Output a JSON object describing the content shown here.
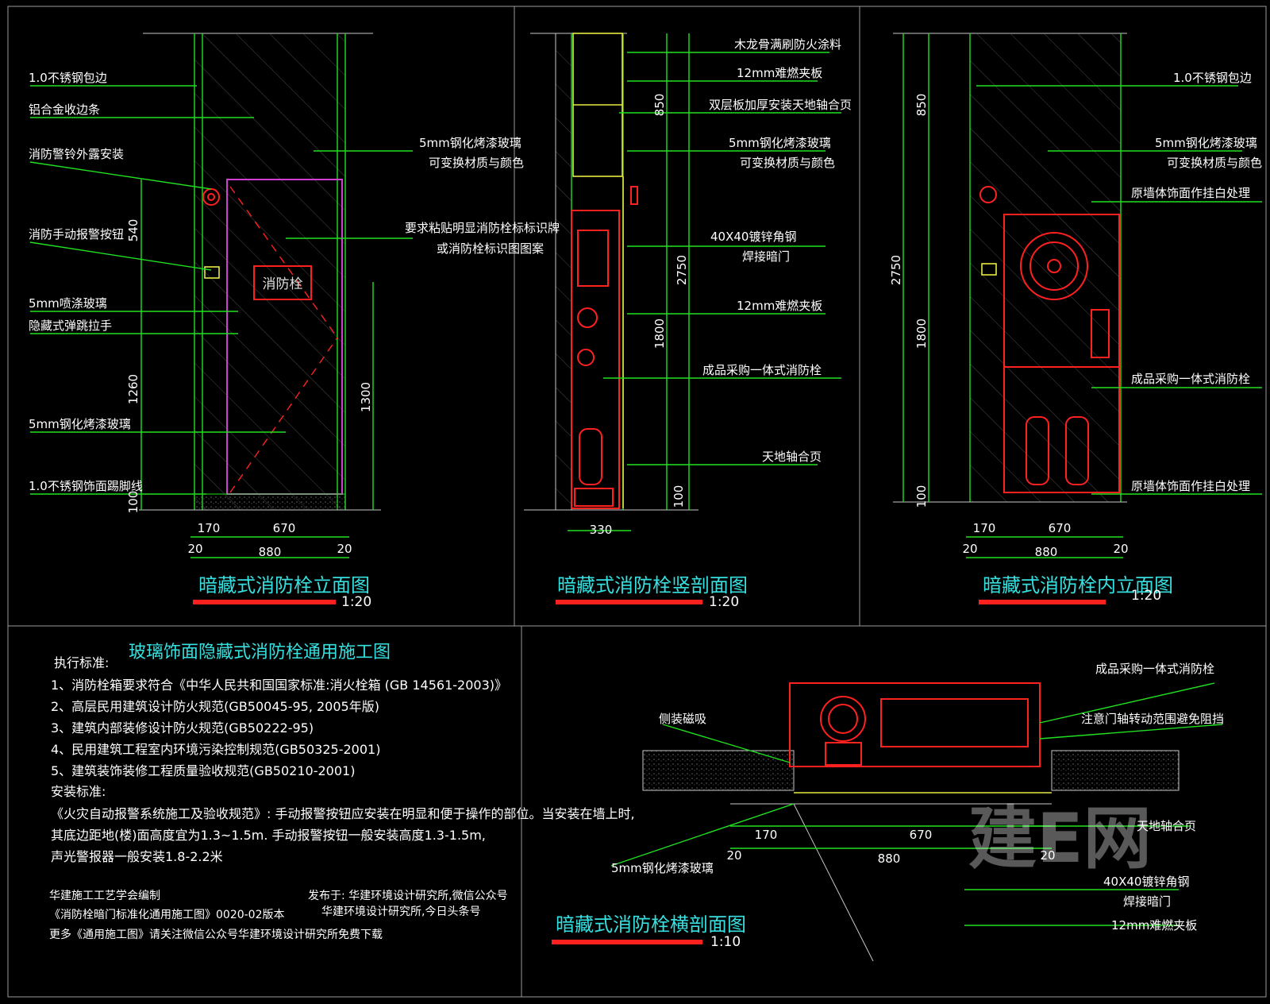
{
  "drawings": {
    "elevation": {
      "title": "暗藏式消防栓立面图",
      "scale": "1:20",
      "sign_text": "消防栓",
      "labels": [
        "1.0不锈钢包边",
        "铝合金收边条",
        "消防警铃外露安装",
        "消防手动报警按钮",
        "5mm喷涤玻璃",
        "隐藏式弹跳拉手",
        "5mm钢化烤漆玻璃",
        "1.0不锈钢饰面踢脚线",
        "5mm钢化烤漆玻璃",
        "可变换材质与颜色",
        "要求粘贴明显消防栓标标识牌",
        "或消防栓标识图图案"
      ],
      "dims_h": [
        "170",
        "670",
        "20",
        "880",
        "20"
      ],
      "dims_v": [
        "540",
        "1260",
        "100",
        "1300"
      ]
    },
    "section": {
      "title": "暗藏式消防栓竖剖面图",
      "scale": "1:20",
      "labels": [
        "木龙骨满刷防火涂料",
        "12mm难燃夹板",
        "双层板加厚安装天地轴合页",
        "5mm钢化烤漆玻璃",
        "可变换材质与颜色",
        "40X40镀锌角钢",
        "焊接暗门",
        "12mm难燃夹板",
        "成品采购一体式消防栓",
        "天地轴合页"
      ],
      "dims_h": [
        "330"
      ],
      "dims_v": [
        "850",
        "2750",
        "1800",
        "100"
      ]
    },
    "inner": {
      "title": "暗藏式消防栓内立面图",
      "scale": "1:20",
      "labels": [
        "1.0不锈钢包边",
        "5mm钢化烤漆玻璃",
        "可变换材质与颜色",
        "原墙体饰面作挂白处理",
        "成品采购一体式消防栓",
        "原墙体饰面作挂白处理"
      ],
      "dims_h": [
        "170",
        "670",
        "20",
        "880",
        "20"
      ],
      "dims_v": [
        "850",
        "2750",
        "1800",
        "100"
      ]
    },
    "plan": {
      "title": "暗藏式消防栓横剖面图",
      "scale": "1:10",
      "labels": [
        "成品采购一体式消防栓",
        "侧装磁吸",
        "注意门轴转动范围避免阻挡",
        "天地轴合页",
        "5mm钢化烤漆玻璃",
        "40X40镀锌角钢",
        "焊接暗门",
        "12mm难燃夹板"
      ],
      "dims_h": [
        "170",
        "670",
        "20",
        "880",
        "20"
      ]
    }
  },
  "notes": {
    "title": "玻璃饰面隐藏式消防栓通用施工图",
    "heading": "执行标准:",
    "items": [
      "1、消防栓箱要求符合《中华人民共和国国家标准:消火栓箱 (GB 14561-2003)》",
      "2、高层民用建筑设计防火规范(GB50045-95, 2005年版)",
      "3、建筑内部装修设计防火规范(GB50222-95)",
      "4、民用建筑工程室内环境污染控制规范(GB50325-2001)",
      "5、建筑装饰装修工程质量验收规范(GB50210-2001)"
    ],
    "install_heading": "安装标准:",
    "install_lines": [
      "《火灾自动报警系统施工及验收规范》: 手动报警按钮应安装在明显和便于操作的部位。当安装在墙上时,",
      "其底边距地(楼)面高度宜为1.3~1.5m. 手动报警按钮一般安装高度1.3-1.5m,",
      "声光警报器一般安装1.8-2.2米"
    ],
    "footer_left": [
      "华建施工工艺学会编制",
      "《消防栓暗门标准化通用施工图》0020-02版本",
      "更多《通用施工图》请关注微信公众号华建环境设计研究所免费下载"
    ],
    "footer_right": [
      "发布于: 华建环境设计研究所,微信公众号",
      "华建环境设计研究所,今日头条号"
    ]
  },
  "watermark": "建E网",
  "colors": {
    "red": "#ff2020",
    "green": "#20e020",
    "cyan": "#36e0e0",
    "yellow": "#e8e840",
    "magenta": "#d040d0"
  }
}
